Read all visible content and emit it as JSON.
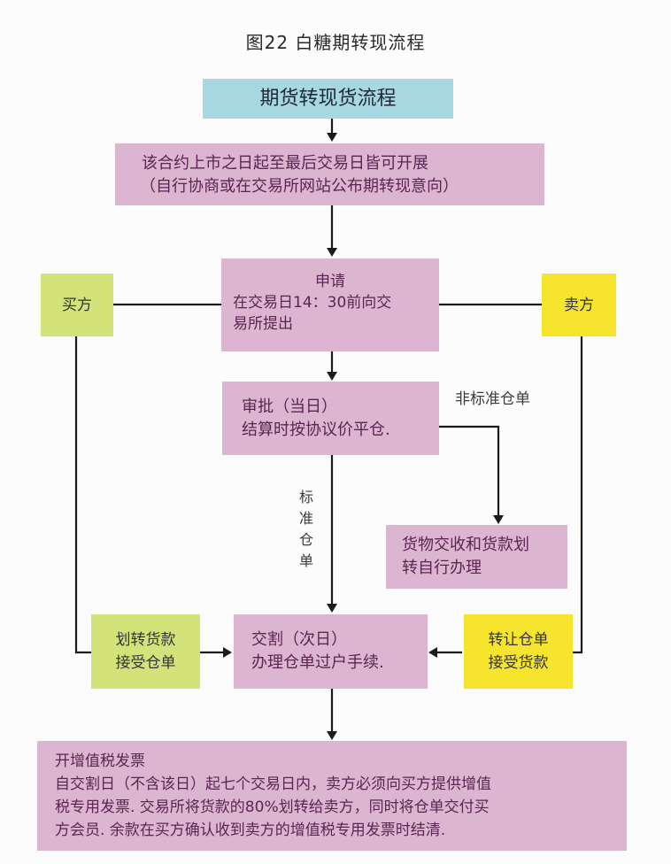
{
  "title": "图22  白糖期转现流程",
  "nodes": {
    "header": {
      "text": "期货转现货流程",
      "color": "#a7d7e0"
    },
    "scope": {
      "line1": "该合约上市之日起至最后交易日皆可开展",
      "line2": "（自行协商或在交易所网站公布期转现意向）",
      "color": "#dcb6d0"
    },
    "apply": {
      "line1": "申请",
      "line2": "在交易日14：30前向交",
      "line3": "易所提出",
      "color": "#dcb6d0"
    },
    "buyer": {
      "text": "买方",
      "color": "#d3e37a"
    },
    "seller": {
      "text": "卖方",
      "color": "#f6e52c"
    },
    "approve": {
      "line1": "审批（当日）",
      "line2": "结算时按协议价平仓.",
      "color": "#dcb6d0"
    },
    "self_handle": {
      "line1": "货物交收和货款划",
      "line2": "转自行办理",
      "color": "#dcb6d0"
    },
    "buyer_action": {
      "line1": "划转货款",
      "line2": "接受仓单",
      "color": "#d3e37a"
    },
    "delivery": {
      "line1": "交割（次日）",
      "line2": "办理仓单过户手续.",
      "color": "#dcb6d0"
    },
    "seller_action": {
      "line1": "转让仓单",
      "line2": "接受货款",
      "color": "#f6e52c"
    },
    "invoice": {
      "line1": "开增值税发票",
      "line2": "自交割日（不含该日）起七个交易日内，卖方必须向买方提供增值",
      "line3": "税专用发票. 交易所将货款的80%划转给卖方，同时将仓单交付买",
      "line4": "方会员. 余款在买方确认收到卖方的增值税专用发票时结清.",
      "color": "#dcb6d0"
    }
  },
  "edge_labels": {
    "non_standard": "非标准仓单",
    "standard": [
      "标",
      "准",
      "仓",
      "单"
    ]
  }
}
